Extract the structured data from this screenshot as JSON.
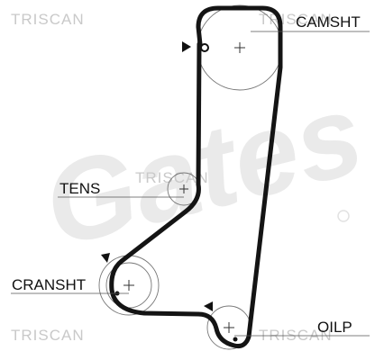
{
  "watermarks": {
    "top_left": "TRISCAN",
    "top_right": "TRISCAN",
    "middle": "TRISCAN",
    "bottom_left": "TRISCAN",
    "bottom_right": "TRISCAN"
  },
  "logo": {
    "text": "Gates"
  },
  "labels": {
    "camshaft": "CAMSHT",
    "tensioner": "TENS",
    "crankshaft": "CRANSHT",
    "oil_pump": "OILP"
  },
  "colors": {
    "belt": "#141414",
    "pulley_outline": "#777777",
    "watermark": "#c9c9c9",
    "logo": "#eaeaea",
    "label": "#111111"
  }
}
